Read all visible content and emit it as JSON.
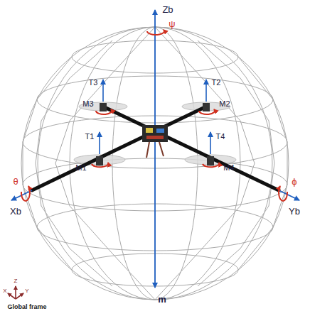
{
  "diagram": {
    "labels": [
      "Zb",
      "ψ",
      "T3",
      "T2",
      "M3",
      "M2",
      "T1",
      "T4",
      "M1",
      "M4",
      "Xb",
      "θ",
      "Yb",
      "ϕ",
      "m",
      "Z",
      "X",
      "Y",
      "Global frame"
    ]
  }
}
